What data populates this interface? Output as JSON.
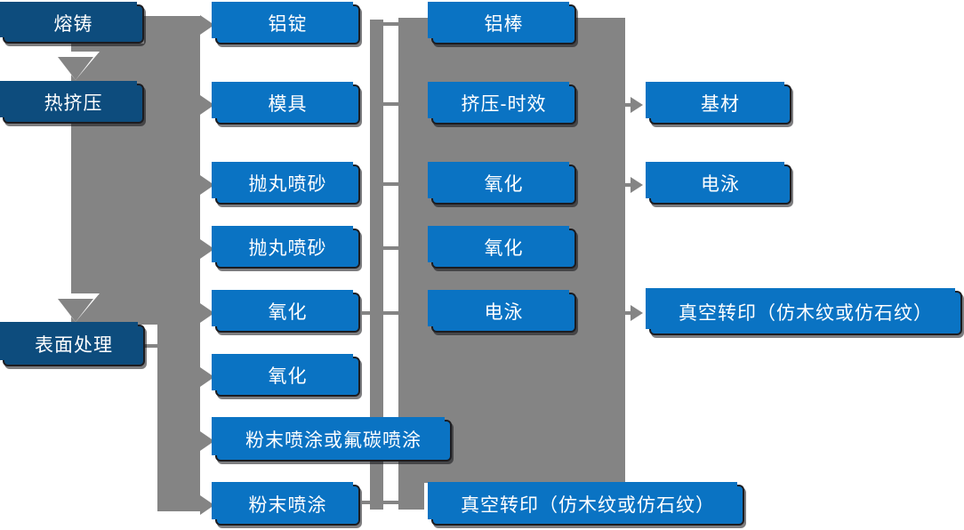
{
  "flowchart": {
    "stage_column": [
      "熔铸",
      "热挤压",
      "表面处理"
    ],
    "process_column": [
      "铝锭",
      "模具",
      "抛丸喷砂",
      "抛丸喷砂",
      "氧化",
      "氧化",
      "粉末喷涂或氟碳喷涂",
      "粉末喷涂"
    ],
    "treatment_column": [
      "铝棒",
      "挤压-时效",
      "氧化",
      "氧化",
      "电泳"
    ],
    "output_column": [
      "基材",
      "电泳",
      "真空转印（仿木纹或仿石纹）"
    ],
    "bottom_output": "真空转印（仿木纹或仿石纹）",
    "arrows": [
      {
        "from": "熔铸",
        "to": "热挤压"
      },
      {
        "from": "热挤压",
        "to": "表面处理"
      },
      {
        "from": "主干",
        "to": "铝锭"
      },
      {
        "from": "主干",
        "to": "模具"
      },
      {
        "from": "主干",
        "to": "抛丸喷砂"
      },
      {
        "from": "主干",
        "to": "抛丸喷砂"
      },
      {
        "from": "主干",
        "to": "氧化"
      },
      {
        "from": "主干",
        "to": "氧化"
      },
      {
        "from": "主干",
        "to": "粉末喷涂或氟碳喷涂"
      },
      {
        "from": "主干",
        "to": "粉末喷涂"
      },
      {
        "from": "挤压-时效",
        "to": "基材"
      },
      {
        "from": "氧化",
        "to": "电泳"
      },
      {
        "from": "电泳",
        "to": "真空转印（仿木纹或仿石纹）"
      }
    ],
    "colors": {
      "stage_box": "#0d4c7d",
      "process_box": "#0a73c3",
      "connector_gray": "#848484",
      "text": "#ffffff"
    }
  }
}
